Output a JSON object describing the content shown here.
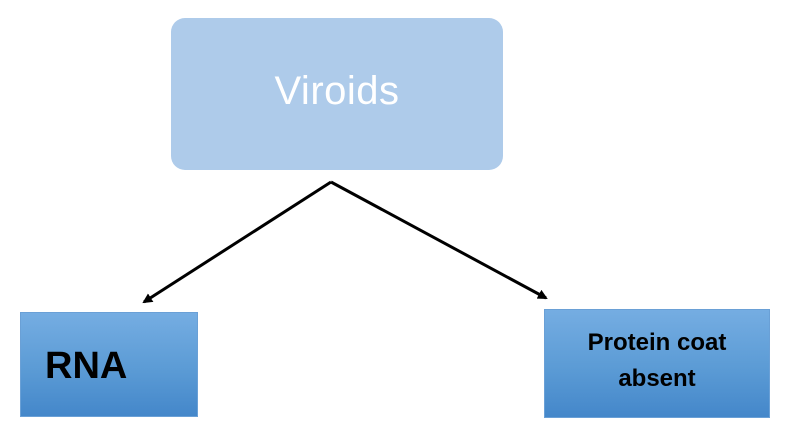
{
  "diagram": {
    "root": {
      "label": "Viroids",
      "fill_color": "#aecbea",
      "text_color": "#ffffff"
    },
    "children": [
      {
        "label": "RNA"
      },
      {
        "label": "Protein coat absent"
      }
    ],
    "child_fill_color": "#5b9bd5",
    "connector_color": "#000000"
  }
}
